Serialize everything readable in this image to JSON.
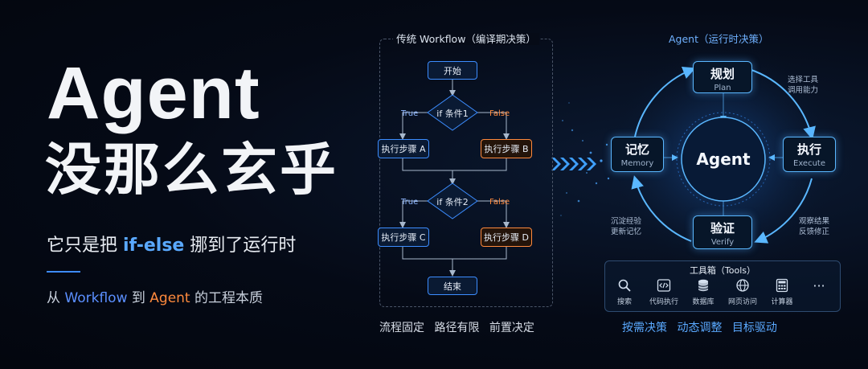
{
  "left": {
    "title_en": "Agent",
    "title_cn": "没那么玄乎",
    "subtitle_pre": "它只是把 ",
    "subtitle_hl": "if-else",
    "subtitle_post": " 挪到了运行时",
    "footer_pre": "从 ",
    "footer_wf": "Workflow",
    "footer_mid": " 到 ",
    "footer_ag": "Agent",
    "footer_post": " 的工程本质"
  },
  "workflow": {
    "title": "传统 Workflow（编译期决策）",
    "start": "开始",
    "cond1": "if 条件1",
    "cond2": "if 条件2",
    "true_label": "True",
    "false_label": "False",
    "step_a": "执行步骤 A",
    "step_b": "执行步骤 B",
    "step_c": "执行步骤 C",
    "step_d": "执行步骤 D",
    "end": "结束",
    "bottom": "流程固定 路径有限 前置决定"
  },
  "agent": {
    "title": "Agent（运行时决策）",
    "core": "Agent",
    "plan_cn": "规划",
    "plan_en": "Plan",
    "exec_cn": "执行",
    "exec_en": "Execute",
    "verify_cn": "验证",
    "verify_en": "Verify",
    "memory_cn": "记忆",
    "memory_en": "Memory",
    "note_tr_1": "选择工具",
    "note_tr_2": "调用能力",
    "note_br_1": "观察结果",
    "note_br_2": "反馈修正",
    "note_bl_1": "沉淀经验",
    "note_bl_2": "更新记忆",
    "tools_title": "工具箱（Tools）",
    "tools": [
      {
        "icon": "search-icon",
        "label": "搜索"
      },
      {
        "icon": "code-icon",
        "label": "代码执行"
      },
      {
        "icon": "database-icon",
        "label": "数据库"
      },
      {
        "icon": "globe-icon",
        "label": "网页访问"
      },
      {
        "icon": "calculator-icon",
        "label": "计算器"
      },
      {
        "icon": "more-icon",
        "label": ""
      }
    ],
    "bottom": "按需决策 动态调整 目标驱动"
  },
  "colors": {
    "accent_blue": "#3c8dff",
    "accent_orange": "#ff8a3d",
    "node_glow": "#5ab7ff"
  }
}
